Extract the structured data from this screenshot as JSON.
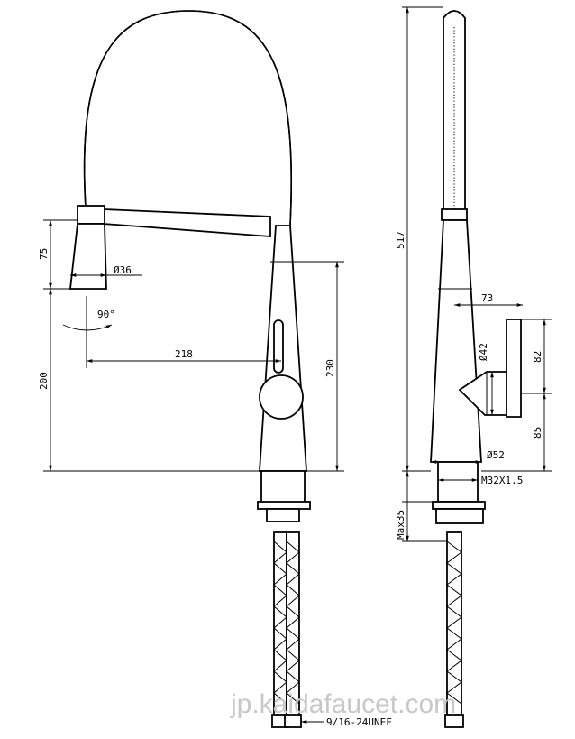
{
  "front_view": {
    "dim_spray_height": "75",
    "dim_spray_diameter": "Ø36",
    "dim_swivel_angle": "90°",
    "dim_reach": "218",
    "dim_spout_height": "200",
    "dim_body_height": "230",
    "dim_hose_thread": "9/16-24UNEF"
  },
  "side_view": {
    "dim_total_height": "517",
    "dim_handle_reach": "73",
    "dim_handle_diameter": "Ø42",
    "dim_handle_height": "82",
    "dim_handle_base": "85",
    "dim_base_diameter": "Ø52",
    "dim_thread": "M32X1.5",
    "dim_deck_thickness": "Max35"
  },
  "watermark": "jp.kaidafaucet.com"
}
